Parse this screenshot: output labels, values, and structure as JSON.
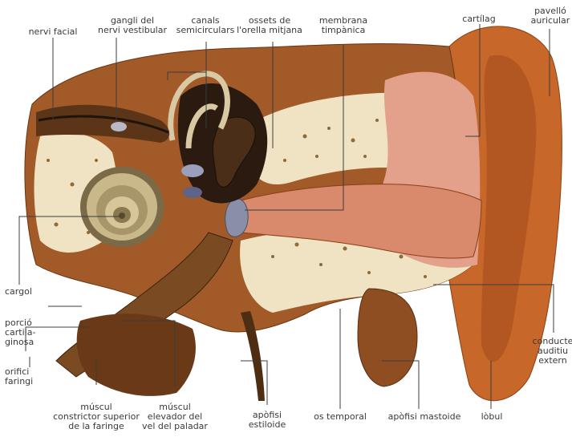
{
  "labels": {
    "nervi_facial": "nervi facial",
    "gangli_line1": "gangli del",
    "gangli_line2": "nervi vestibular",
    "canals_line1": "canals",
    "canals_line2": "semicirculars",
    "ossets_line1": "ossets de",
    "ossets_line2": "l'orella mitjana",
    "membrana_line1": "membrana",
    "membrana_line2": "timpànica",
    "cartilag": "cartílag",
    "pavello_line1": "pavelló",
    "pavello_line2": "auricular",
    "cargol": "cargol",
    "porcio_line1": "porció",
    "porcio_line2": "cartila-",
    "porcio_line3": "ginosa",
    "orifici_line1": "orifici",
    "orifici_line2": "faringi",
    "constrictor_line1": "múscul",
    "constrictor_line2": "constrictor superior",
    "constrictor_line3": "de la faringe",
    "elevador_line1": "múscul",
    "elevador_line2": "elevador del",
    "elevador_line3": "vel del paladar",
    "apofisi_estiloide_line1": "apòfisi",
    "apofisi_estiloide_line2": "estiloide",
    "os_temporal": "os temporal",
    "apofisi_mastoide": "apòfisi mastoide",
    "lobul": "lòbul",
    "conducte_line1": "conducte",
    "conducte_line2": "auditiu",
    "conducte_line3": "extern"
  },
  "colors": {
    "auricle": "#c8672a",
    "cartilage": "#e3a08a",
    "bone": "#efe3c3",
    "bone_pores": "#8c6a3a",
    "cochlea": "#c9b98a",
    "muscle": "#7a4a22",
    "dark_cavity": "#2a1a10",
    "tympanic": "#8a8fa8"
  }
}
